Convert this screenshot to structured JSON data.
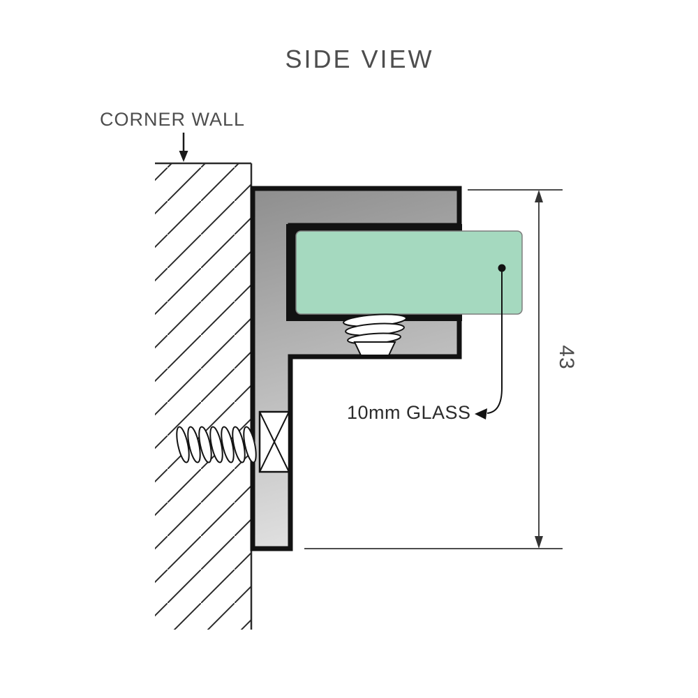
{
  "title": "SIDE VIEW",
  "labels": {
    "corner_wall": "CORNER WALL",
    "glass": "10mm GLASS"
  },
  "dimension": {
    "value": "43"
  },
  "colors": {
    "glass": "#a5d9bf",
    "bracket_dark": "#8e8e8e",
    "bracket_light": "#e0e0e0",
    "outline": "#121212",
    "text": "#4d4d4d"
  }
}
